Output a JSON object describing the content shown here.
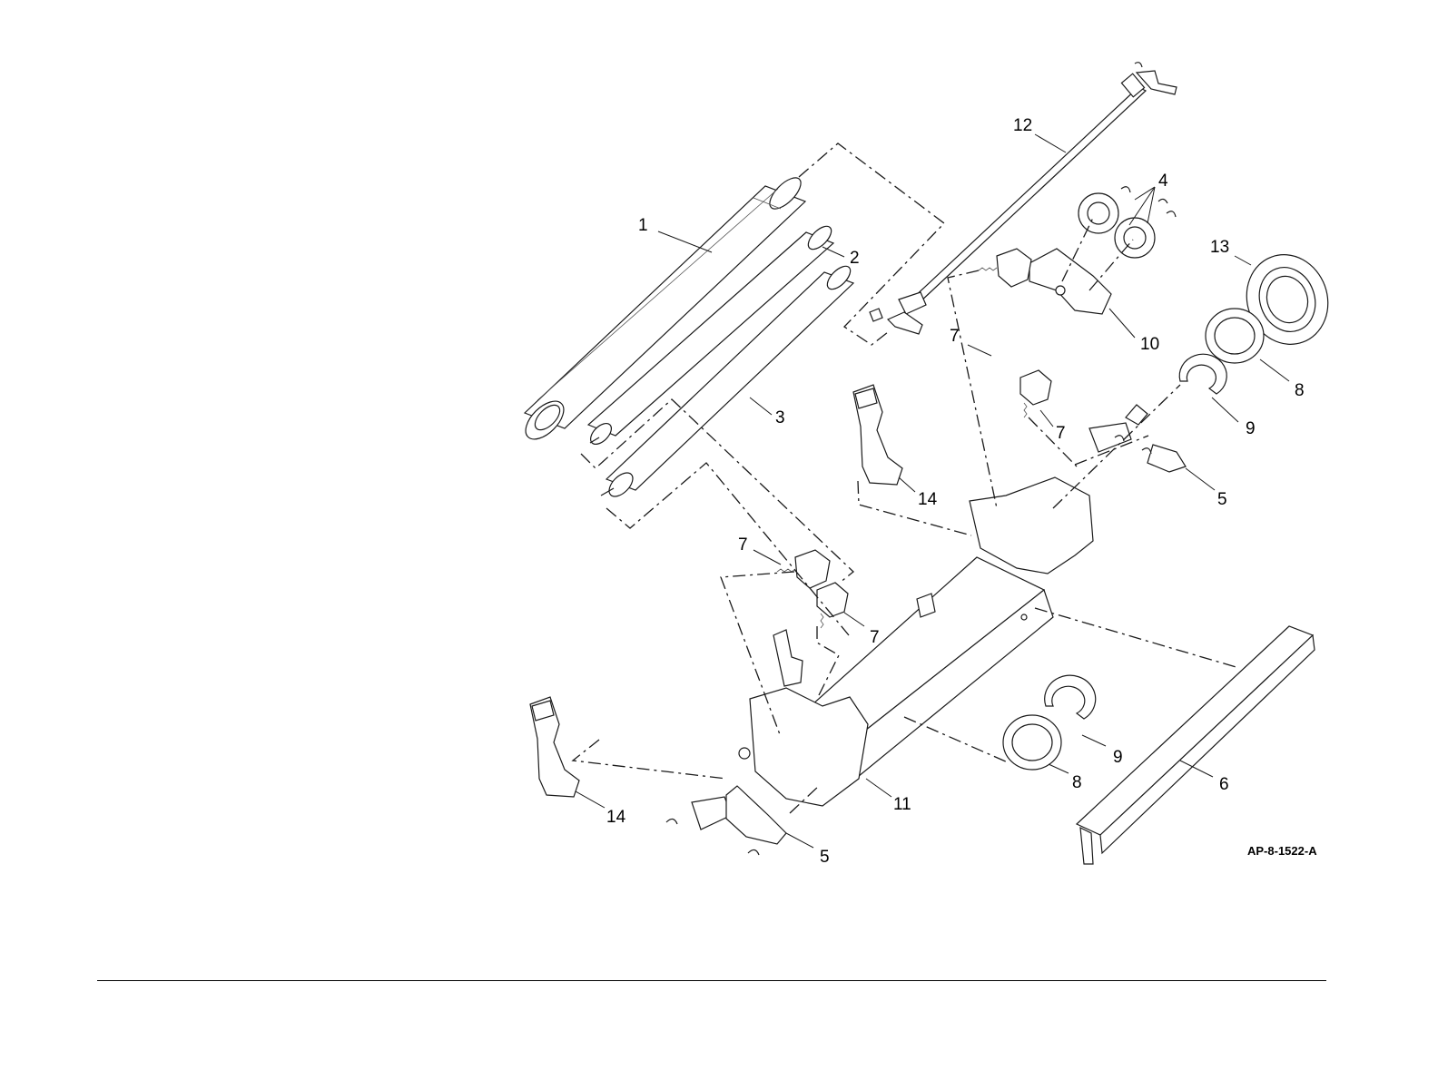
{
  "figure": {
    "code": "AP-8-1522-A",
    "callouts": {
      "c1": "1",
      "c2": "2",
      "c3": "3",
      "c4": "4",
      "c5a": "5",
      "c5b": "5",
      "c6": "6",
      "c7a": "7",
      "c7b": "7",
      "c7c": "7",
      "c7d": "7",
      "c8a": "8",
      "c8b": "8",
      "c9a": "9",
      "c9b": "9",
      "c10": "10",
      "c11": "11",
      "c12": "12",
      "c13": "13",
      "c14a": "14",
      "c14b": "14"
    }
  }
}
